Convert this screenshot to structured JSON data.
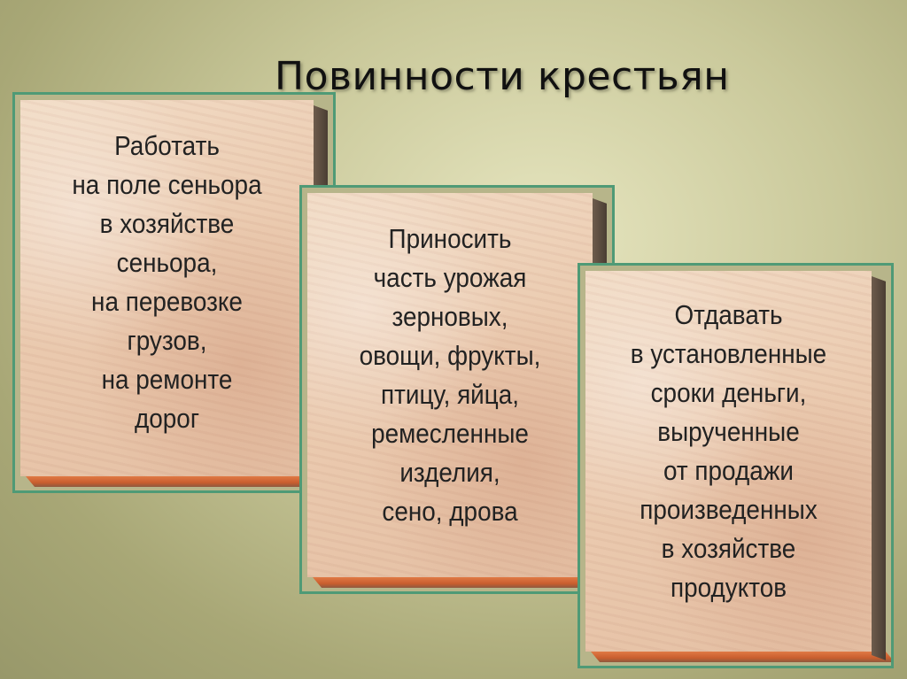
{
  "title": "Повинности крестьян",
  "cards": [
    {
      "lines": [
        "Работать",
        "на поле сеньора",
        "в хозяйстве",
        "сеньора,",
        "на перевозке",
        "грузов,",
        "на ремонте",
        "дорог"
      ]
    },
    {
      "lines": [
        "Приносить",
        "часть урожая",
        "зерновых,",
        "овощи, фрукты,",
        "птицу, яйца,",
        "ремесленные",
        "изделия,",
        "сено, дрова"
      ]
    },
    {
      "lines": [
        "Отдавать",
        "в установленные",
        "сроки деньги,",
        "вырученные",
        "от продажи",
        "произведенных",
        "в хозяйстве",
        "продуктов"
      ]
    }
  ],
  "colors": {
    "border": "#4f9a76",
    "stone": "#ebcbb0",
    "bevel_bottom": "#e07a45"
  }
}
